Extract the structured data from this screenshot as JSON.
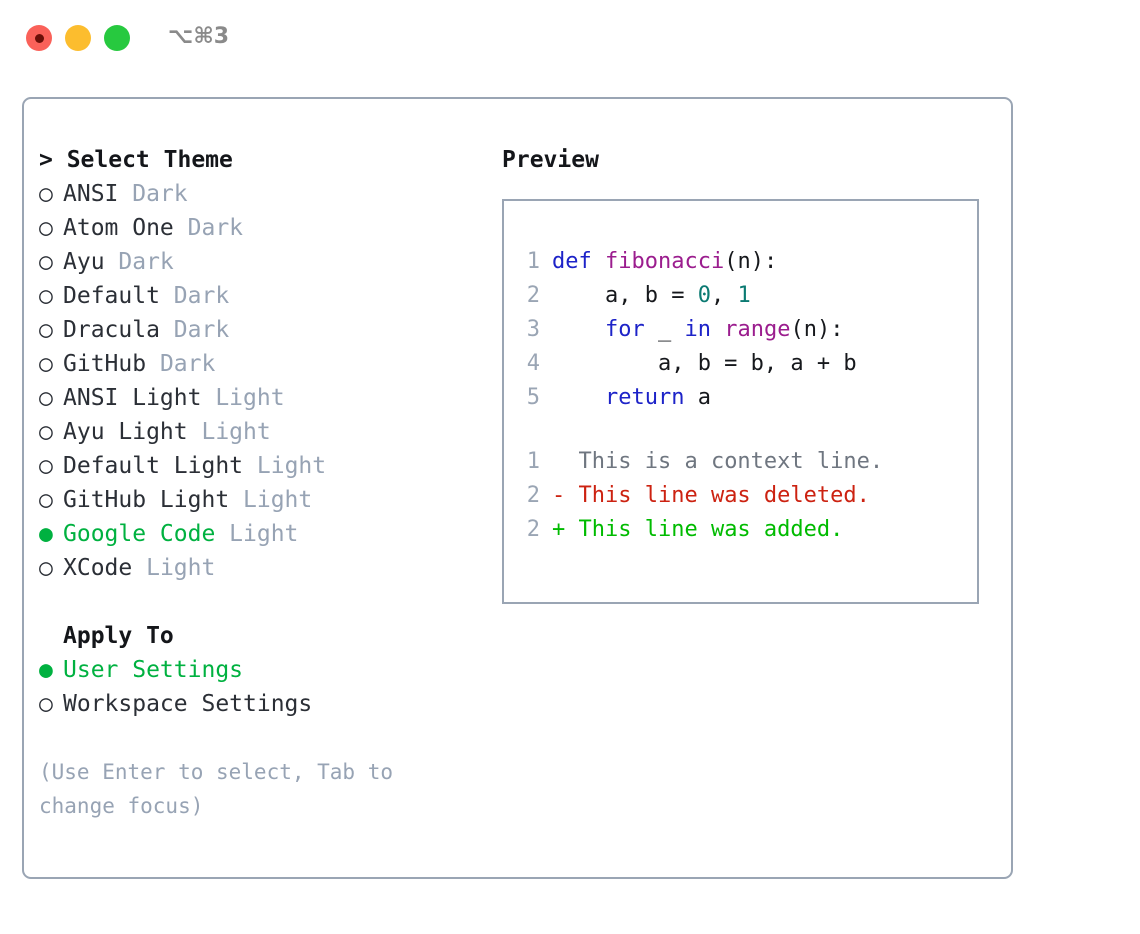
{
  "window": {
    "shortcut_label": "⌥⌘3",
    "traffic_lights": [
      "close",
      "minimize",
      "maximize"
    ]
  },
  "theme_panel": {
    "header": "> Select Theme",
    "bullet_unselected": "○",
    "bullet_selected": "●",
    "options": [
      {
        "name": "ANSI",
        "badge": "Dark",
        "selected": false
      },
      {
        "name": "Atom One",
        "badge": "Dark",
        "selected": false
      },
      {
        "name": "Ayu",
        "badge": "Dark",
        "selected": false
      },
      {
        "name": "Default",
        "badge": "Dark",
        "selected": false
      },
      {
        "name": "Dracula",
        "badge": "Dark",
        "selected": false
      },
      {
        "name": "GitHub",
        "badge": "Dark",
        "selected": false
      },
      {
        "name": "ANSI Light",
        "badge": "Light",
        "selected": false
      },
      {
        "name": "Ayu Light",
        "badge": "Light",
        "selected": false
      },
      {
        "name": "Default Light",
        "badge": "Light",
        "selected": false
      },
      {
        "name": "GitHub Light",
        "badge": "Light",
        "selected": false
      },
      {
        "name": "Google Code",
        "badge": "Light",
        "selected": true
      },
      {
        "name": "XCode",
        "badge": "Light",
        "selected": false
      }
    ]
  },
  "apply_to": {
    "header": "Apply To",
    "options": [
      {
        "name": "User Settings",
        "selected": true
      },
      {
        "name": "Workspace Settings",
        "selected": false
      }
    ]
  },
  "hint": "(Use Enter to select, Tab to change focus)",
  "preview": {
    "title": "Preview",
    "code_lines": [
      {
        "no": "1",
        "tokens": [
          {
            "t": "def ",
            "c": "kw"
          },
          {
            "t": "fibonacci",
            "c": "fn"
          },
          {
            "t": "(n):",
            "c": "punct"
          }
        ]
      },
      {
        "no": "2",
        "tokens": [
          {
            "t": "    a, b = ",
            "c": "plain"
          },
          {
            "t": "0",
            "c": "num"
          },
          {
            "t": ", ",
            "c": "plain"
          },
          {
            "t": "1",
            "c": "num"
          }
        ]
      },
      {
        "no": "3",
        "tokens": [
          {
            "t": "    ",
            "c": "plain"
          },
          {
            "t": "for",
            "c": "kw"
          },
          {
            "t": " _ ",
            "c": "plain"
          },
          {
            "t": "in",
            "c": "kw"
          },
          {
            "t": " ",
            "c": "plain"
          },
          {
            "t": "range",
            "c": "fn"
          },
          {
            "t": "(n):",
            "c": "punct"
          }
        ]
      },
      {
        "no": "4",
        "tokens": [
          {
            "t": "        a, b = b, a + b",
            "c": "plain"
          }
        ]
      },
      {
        "no": "5",
        "tokens": [
          {
            "t": "    ",
            "c": "plain"
          },
          {
            "t": "return",
            "c": "kw"
          },
          {
            "t": " a",
            "c": "plain"
          }
        ]
      }
    ],
    "diff_lines": [
      {
        "no": "1",
        "marker": " ",
        "text": " This is a context line.",
        "kind": "ctx"
      },
      {
        "no": "2",
        "marker": "-",
        "text": " This line was deleted.",
        "kind": "del"
      },
      {
        "no": "2",
        "marker": "+",
        "text": " This line was added.",
        "kind": "add"
      }
    ]
  },
  "colors": {
    "accent_green": "#00b140",
    "badge_gray": "#97a3b4",
    "border": "#9aa5b4",
    "keyword": "#1d23c8",
    "function": "#9b1d8e",
    "number": "#0b7a72",
    "diff_add": "#00bb00",
    "diff_del": "#cc2211",
    "diff_ctx": "#6f7680",
    "dot_close": "#fa6159",
    "dot_min": "#fcbd2e",
    "dot_max": "#27c93f"
  }
}
